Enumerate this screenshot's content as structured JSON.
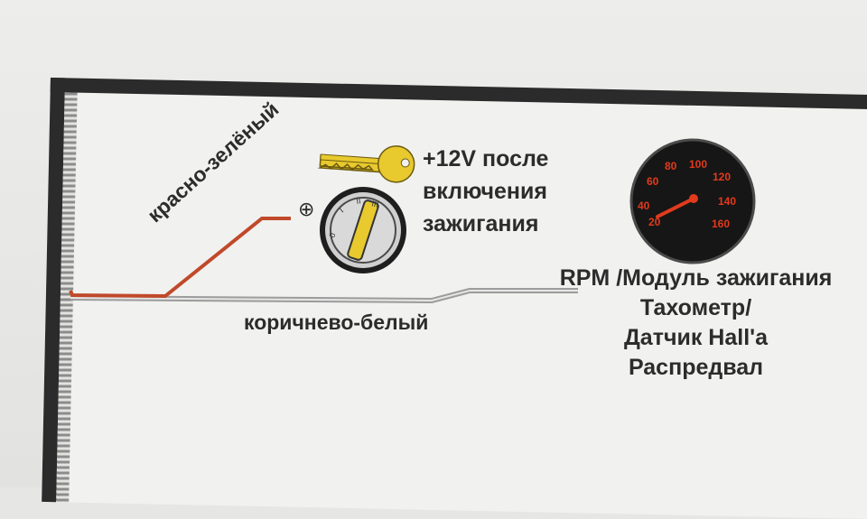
{
  "labels": {
    "red_green_wire": "красно-зелёный",
    "brown_white_wire": "коричнево-белый",
    "power_line1": "+12V после",
    "power_line2": "включения",
    "power_line3": "зажигания",
    "module_line1": "RPM /Модуль зажигания",
    "module_line2": "Тахометр/",
    "module_line3": "Датчик Hall'a",
    "module_line4": "Распредвал"
  },
  "ignition": {
    "plus_symbol": "⊕",
    "positions": [
      "0",
      "I",
      "II",
      "III"
    ]
  },
  "tachometer": {
    "scale_values": [
      "20",
      "40",
      "60",
      "80",
      "100",
      "120",
      "140",
      "160"
    ]
  },
  "colors": {
    "red_green_wire": "#c0492a",
    "brown_white_wire": "#a9a9a9",
    "key": "#e8c92e",
    "gauge_face": "#161616",
    "gauge_text": "#e23a1c"
  }
}
